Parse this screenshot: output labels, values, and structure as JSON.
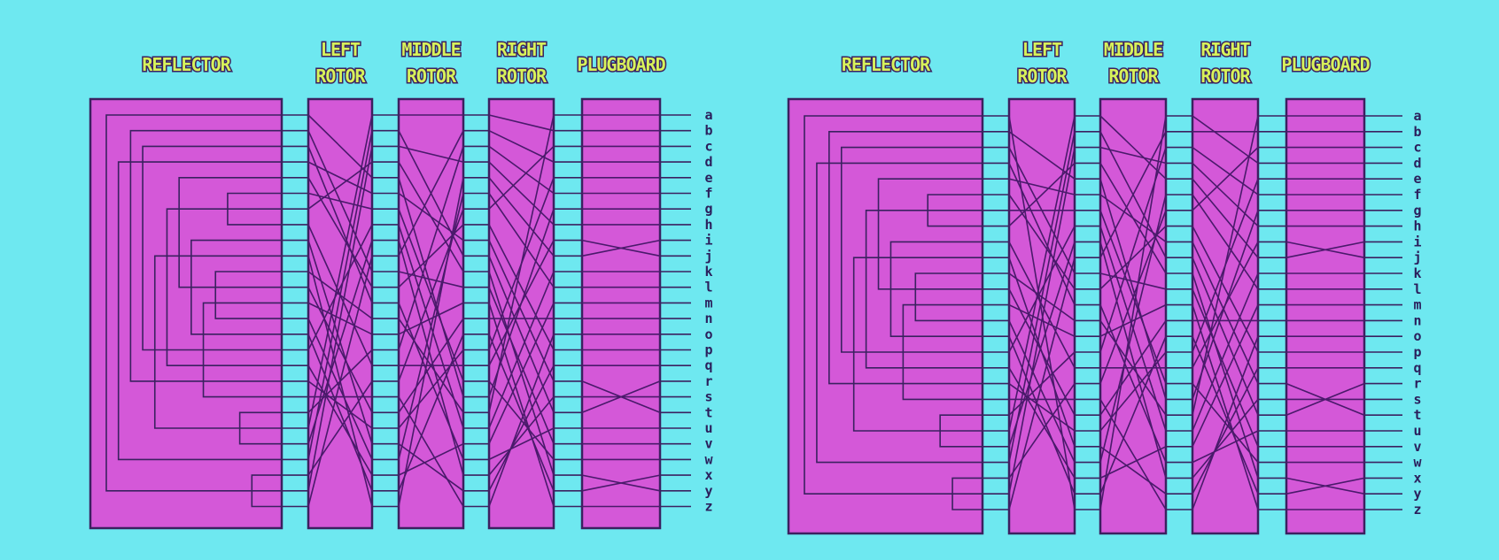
{
  "diagrams": [
    {
      "labels": {
        "reflector": [
          "REFLECTOR"
        ],
        "left_rotor": [
          "LEFT",
          "ROTOR"
        ],
        "middle_rotor": [
          "MIDDLE",
          "ROTOR"
        ],
        "right_rotor": [
          "RIGHT",
          "ROTOR"
        ],
        "plugboard": [
          "PLUGBOARD"
        ]
      },
      "letters": [
        "a",
        "b",
        "c",
        "d",
        "e",
        "f",
        "g",
        "h",
        "i",
        "j",
        "k",
        "l",
        "m",
        "n",
        "o",
        "p",
        "q",
        "r",
        "s",
        "t",
        "u",
        "v",
        "w",
        "x",
        "y",
        "z"
      ],
      "reflector_pairs": [
        [
          0,
          24
        ],
        [
          1,
          17
        ],
        [
          2,
          15
        ],
        [
          3,
          22
        ],
        [
          4,
          11
        ],
        [
          5,
          7
        ],
        [
          6,
          16
        ],
        [
          8,
          14
        ],
        [
          9,
          20
        ],
        [
          10,
          13
        ],
        [
          12,
          18
        ],
        [
          19,
          21
        ],
        [
          23,
          25
        ]
      ],
      "left_rotor": [
        4,
        10,
        12,
        5,
        11,
        6,
        3,
        16,
        21,
        25,
        13,
        19,
        14,
        22,
        24,
        7,
        23,
        20,
        18,
        15,
        0,
        8,
        1,
        17,
        2,
        9
      ],
      "middle_rotor": [
        0,
        9,
        3,
        10,
        18,
        8,
        17,
        20,
        23,
        1,
        11,
        7,
        22,
        19,
        12,
        2,
        16,
        6,
        25,
        13,
        15,
        24,
        5,
        21,
        14,
        4
      ],
      "right_rotor": [
        1,
        3,
        5,
        7,
        9,
        11,
        2,
        15,
        17,
        19,
        23,
        21,
        25,
        13,
        24,
        4,
        8,
        22,
        6,
        0,
        10,
        12,
        20,
        18,
        16,
        14
      ],
      "plugboard_swaps": [
        [
          8,
          9
        ],
        [
          17,
          19
        ],
        [
          23,
          24
        ]
      ]
    },
    {
      "labels": {
        "reflector": [
          "REFLECTOR"
        ],
        "left_rotor": [
          "LEFT",
          "ROTOR"
        ],
        "middle_rotor": [
          "MIDDLE",
          "ROTOR"
        ],
        "right_rotor": [
          "RIGHT",
          "ROTOR"
        ],
        "plugboard": [
          "PLUGBOARD"
        ]
      },
      "letters": [
        "a",
        "b",
        "c",
        "d",
        "e",
        "f",
        "g",
        "h",
        "i",
        "j",
        "k",
        "l",
        "m",
        "n",
        "o",
        "p",
        "q",
        "r",
        "s",
        "t",
        "u",
        "v",
        "w",
        "x",
        "y",
        "z"
      ],
      "reflector_pairs": [
        [
          0,
          24
        ],
        [
          1,
          17
        ],
        [
          2,
          15
        ],
        [
          3,
          22
        ],
        [
          4,
          11
        ],
        [
          5,
          7
        ],
        [
          6,
          16
        ],
        [
          8,
          14
        ],
        [
          9,
          20
        ],
        [
          10,
          13
        ],
        [
          12,
          18
        ],
        [
          19,
          21
        ],
        [
          23,
          25
        ]
      ],
      "left_rotor": [
        25,
        4,
        10,
        12,
        5,
        11,
        6,
        3,
        16,
        21,
        13,
        19,
        14,
        22,
        24,
        7,
        23,
        20,
        18,
        15,
        0,
        8,
        1,
        17,
        2,
        9
      ],
      "middle_rotor": [
        4,
        9,
        3,
        10,
        18,
        8,
        17,
        20,
        23,
        1,
        11,
        7,
        22,
        19,
        12,
        2,
        16,
        6,
        25,
        13,
        15,
        24,
        5,
        21,
        14,
        0
      ],
      "right_rotor": [
        3,
        1,
        5,
        7,
        9,
        11,
        2,
        15,
        17,
        19,
        23,
        21,
        25,
        13,
        24,
        4,
        8,
        22,
        6,
        0,
        10,
        12,
        20,
        18,
        16,
        14
      ],
      "plugboard_swaps": [
        [
          8,
          9
        ],
        [
          17,
          19
        ],
        [
          23,
          24
        ]
      ]
    }
  ],
  "colors": {
    "background": "#6ee8f0",
    "box_fill": "#d458d8",
    "box_stroke": "#3b2160",
    "wire": "#4a1a6b",
    "header_text": "#d7f25a",
    "letters": "#2b1f5c"
  }
}
